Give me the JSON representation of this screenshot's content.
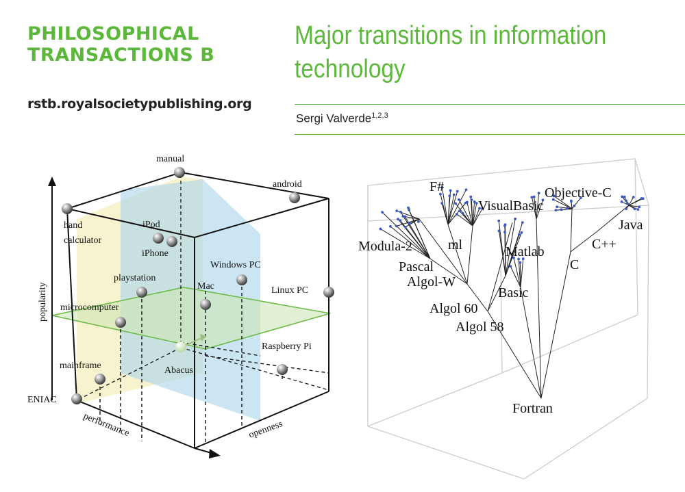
{
  "header": {
    "journal_line1": "PHILOSOPHICAL",
    "journal_line2": "TRANSACTIONS B",
    "website": "rstb.royalsocietypublishing.org",
    "title_line1": "Major transitions in information",
    "title_line2": "technology",
    "author": "Sergi Valverde",
    "author_affiliations": "1,2,3"
  },
  "cube_figure": {
    "axes": {
      "vertical": "popularity",
      "depth": "performance",
      "horizontal": "openness"
    },
    "points": [
      {
        "name": "manual"
      },
      {
        "name": "android"
      },
      {
        "name": "hand calculator",
        "line1": "hand",
        "line2": "calculator"
      },
      {
        "name": "iPod"
      },
      {
        "name": "iPhone"
      },
      {
        "name": "Windows PC"
      },
      {
        "name": "playstation"
      },
      {
        "name": "Mac"
      },
      {
        "name": "Linux PC"
      },
      {
        "name": "microcomputer"
      },
      {
        "name": "Raspberry Pi"
      },
      {
        "name": "mainframe"
      },
      {
        "name": "Abacus"
      },
      {
        "name": "ENIAC"
      }
    ],
    "colors": {
      "yellow_plane": "#f3e9a8",
      "blue_plane": "#a9d4ea",
      "green_plane": "#cde6b4",
      "green_line": "#6dbb4a"
    }
  },
  "tree_figure": {
    "labels": [
      "F#",
      "Objective-C",
      "VisualBasic",
      "Java",
      "Modula-2",
      "ml",
      "Matlab",
      "C++",
      "Pascal",
      "C",
      "Algol-W",
      "Basic",
      "Algol 60",
      "Algol 58",
      "Fortran"
    ],
    "node_color": "#3b58c4"
  }
}
